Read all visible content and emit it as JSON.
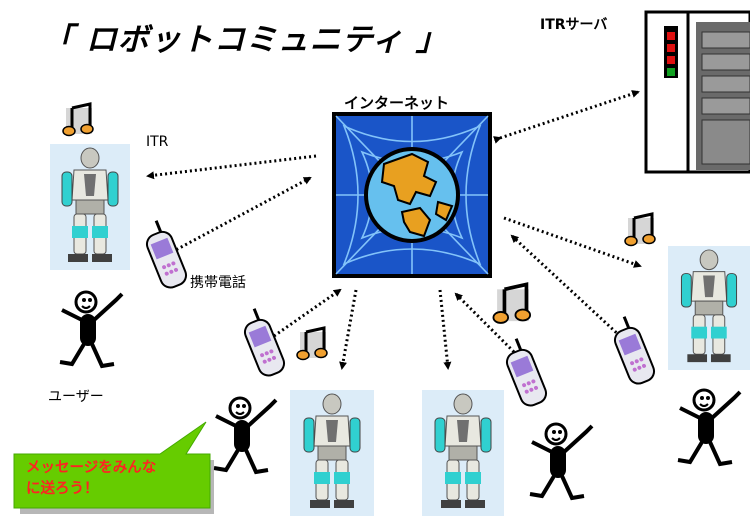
{
  "title": "「 ロボットコミュニティ 」",
  "labels": {
    "server": "ITRサーバ",
    "internet": "インターネット",
    "itr": "ITR",
    "phone": "携帯電話",
    "user": "ユーザー"
  },
  "callout": {
    "line1": "メッセージをみんな",
    "line2": "に送ろう！"
  },
  "icons": [
    "music-note-icon",
    "robot-icon",
    "user-stick-figure-icon",
    "mobile-phone-icon",
    "globe-icon",
    "server-rack-icon"
  ],
  "colors": {
    "callout_fill": "#66cc00",
    "callout_text": "#ff2222",
    "globe_bg": "#2266cc",
    "land": "#e8a020",
    "ocean": "#66c0ee"
  }
}
